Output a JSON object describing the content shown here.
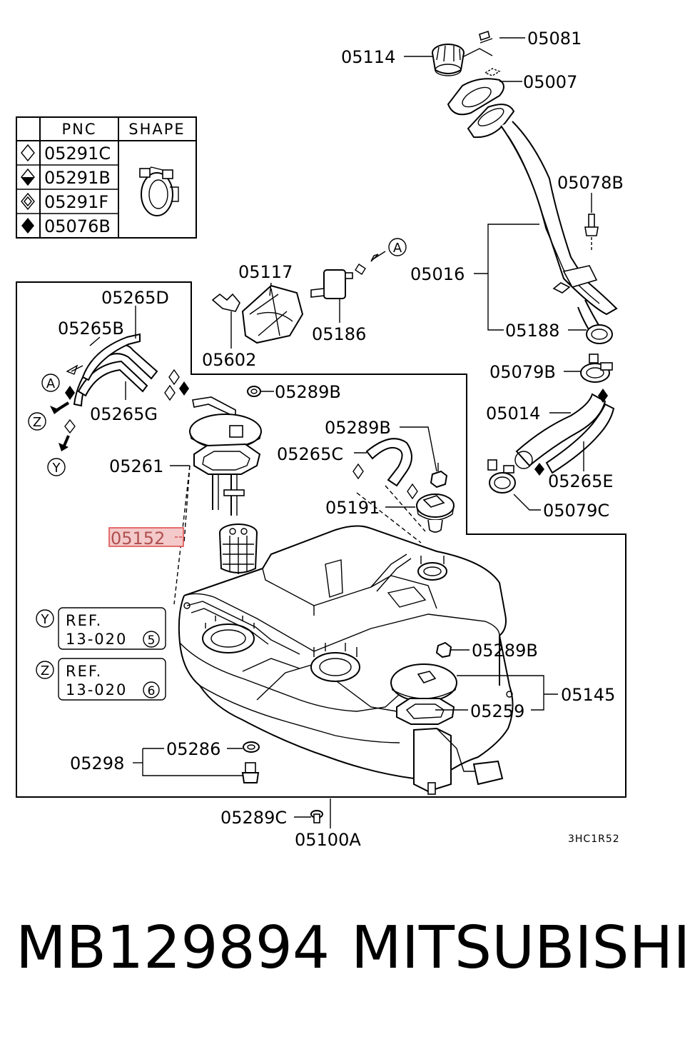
{
  "legend": {
    "header_pnc": "PNC",
    "header_shape": "SHAPE",
    "rows": [
      {
        "symbol": "diamond-outline",
        "pnc": "05291C"
      },
      {
        "symbol": "diamond-half",
        "pnc": "05291B"
      },
      {
        "symbol": "diamond-cross",
        "pnc": "05291F"
      },
      {
        "symbol": "diamond-filled",
        "pnc": "05076B"
      }
    ]
  },
  "labels": {
    "p05081": "05081",
    "p05114": "05114",
    "p05007": "05007",
    "p05078B": "05078B",
    "p05016": "05016",
    "p05188": "05188",
    "p05079B": "05079B",
    "p05014": "05014",
    "p05265E": "05265E",
    "p05079C": "05079C",
    "p05117": "05117",
    "p05602": "05602",
    "p05186": "05186",
    "p05265D": "05265D",
    "p05265B": "05265B",
    "p05265G": "05265G",
    "p05289B_a": "05289B",
    "p05261": "05261",
    "p05289B_b": "05289B",
    "p05265C": "05265C",
    "p05191": "05191",
    "p05152": "05152",
    "p05289B_c": "05289B",
    "p05145": "05145",
    "p05259": "05259",
    "p05286": "05286",
    "p05298": "05298",
    "p05289C": "05289C",
    "p05100A": "05100A"
  },
  "markers": {
    "A_top": "A",
    "A_left": "A",
    "Z": "Z",
    "Y": "Y"
  },
  "refs": [
    {
      "letter": "Y",
      "line1": "REF.",
      "line2": "13-020",
      "num": "5"
    },
    {
      "letter": "Z",
      "line1": "REF.",
      "line2": "13-020",
      "num": "6"
    }
  ],
  "diagram_code": "3HC1R52",
  "highlight_color": "#e05050",
  "footer": {
    "part_number": "MB129894",
    "brand": "MITSUBISHI"
  }
}
